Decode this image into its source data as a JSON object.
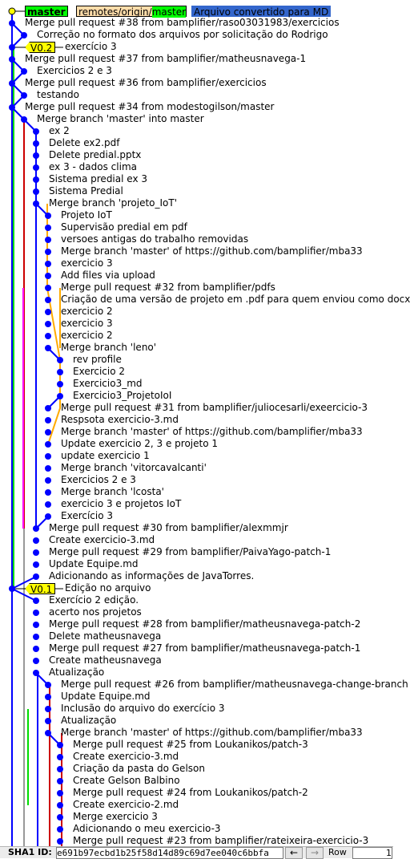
{
  "refs": {
    "head": "master",
    "remote_prefix": "remotes/origin/",
    "remote_name": "master",
    "head_commit_label": "Arquivo convertido para MD"
  },
  "colors": {
    "head_bg": "#00ff00",
    "remote_bg": "#ffddaa",
    "highlight_bg": "#3366cc",
    "tag_bg": "#ffff00",
    "lane_green": "#00dd00",
    "lane_blue": "#0000ff",
    "lane_red": "#cc0000",
    "lane_magenta": "#ff00ff",
    "lane_gray": "#999999",
    "lane_orange": "#ffaa00",
    "node": "#0000ff"
  },
  "commits": [
    {
      "lane": 0,
      "text": "master"
    },
    {
      "lane": 0,
      "text": "Merge pull request #38 from bamplifier/raso03031983/exercicios"
    },
    {
      "lane": 1,
      "text": "Correção no formato dos arquivos por solicitação do Rodrigo"
    },
    {
      "lane": 0,
      "text": "exercício 3",
      "tag": "V0.2"
    },
    {
      "lane": 0,
      "text": "Merge pull request #37 from bamplifier/matheusnavega-1"
    },
    {
      "lane": 1,
      "text": "Exercicios 2 e 3"
    },
    {
      "lane": 0,
      "text": "Merge pull request #36 from bamplifier/exercicios"
    },
    {
      "lane": 1,
      "text": "testando"
    },
    {
      "lane": 0,
      "text": "Merge pull request #34 from modestogilson/master"
    },
    {
      "lane": 1,
      "text": "Merge branch 'master' into master"
    },
    {
      "lane": 2,
      "text": "ex 2"
    },
    {
      "lane": 2,
      "text": "Delete ex2.pdf"
    },
    {
      "lane": 2,
      "text": "Delete predial.pptx"
    },
    {
      "lane": 2,
      "text": "ex 3 - dados clima"
    },
    {
      "lane": 2,
      "text": "Sistema predial ex 3"
    },
    {
      "lane": 2,
      "text": "Sistema Predial"
    },
    {
      "lane": 2,
      "text": "Merge branch 'projeto_IoT'"
    },
    {
      "lane": 3,
      "text": "Projeto IoT"
    },
    {
      "lane": 3,
      "text": "Supervisão predial em pdf"
    },
    {
      "lane": 3,
      "text": "versoes antigas do trabalho removidas"
    },
    {
      "lane": 3,
      "text": "Merge branch 'master' of https://github.com/bamplifier/mba33"
    },
    {
      "lane": 3,
      "text": "exercicio 3"
    },
    {
      "lane": 3,
      "text": "Add files via upload"
    },
    {
      "lane": 3,
      "text": "Merge pull request #32 from bamplifier/pdfs"
    },
    {
      "lane": 3,
      "text": "Criação de uma versão de projeto em .pdf para quem enviou como docx"
    },
    {
      "lane": 3,
      "text": "exercicio 2"
    },
    {
      "lane": 3,
      "text": "exercicio 3"
    },
    {
      "lane": 3,
      "text": "exercicio 2"
    },
    {
      "lane": 3,
      "text": "Merge branch 'leno'"
    },
    {
      "lane": 4,
      "text": "rev profile"
    },
    {
      "lane": 4,
      "text": "Exercicio 2"
    },
    {
      "lane": 4,
      "text": "Exercicio3_md"
    },
    {
      "lane": 4,
      "text": "Exercicio3_ProjetoIoI"
    },
    {
      "lane": 3,
      "text": "Merge pull request #31 from bamplifier/juliocesarli/exeercicio-3"
    },
    {
      "lane": 3,
      "text": "Respsota exercicio-3.md"
    },
    {
      "lane": 3,
      "text": "Merge branch 'master' of https://github.com/bamplifier/mba33"
    },
    {
      "lane": 3,
      "text": "Update exercicio 2, 3 e projeto 1"
    },
    {
      "lane": 3,
      "text": "update exercicio 1"
    },
    {
      "lane": 3,
      "text": "Merge branch 'vitorcavalcanti'"
    },
    {
      "lane": 3,
      "text": "Exercicios 2 e 3"
    },
    {
      "lane": 3,
      "text": "Merge branch 'lcosta'"
    },
    {
      "lane": 3,
      "text": "exercicio 3 e projetos IoT"
    },
    {
      "lane": 3,
      "text": "Exercício 3"
    },
    {
      "lane": 2,
      "text": "Merge pull request #30 from bamplifier/alexmmjr"
    },
    {
      "lane": 2,
      "text": "Create exercicio-3.md"
    },
    {
      "lane": 2,
      "text": "Merge pull request #29 from bamplifier/PaivaYago-patch-1"
    },
    {
      "lane": 2,
      "text": "Update Equipe.md"
    },
    {
      "lane": 2,
      "text": "Adicionando as informações de JavaTorres."
    },
    {
      "lane": 0,
      "text": "Edição no arquivo",
      "tag": "V0.1"
    },
    {
      "lane": 2,
      "text": "Exercício 2 edição."
    },
    {
      "lane": 2,
      "text": "acerto nos projetos"
    },
    {
      "lane": 2,
      "text": "Merge pull request #28 from bamplifier/matheusnavega-patch-2"
    },
    {
      "lane": 2,
      "text": "Delete matheusnavega"
    },
    {
      "lane": 2,
      "text": "Merge pull request #27 from bamplifier/matheusnavega-patch-1"
    },
    {
      "lane": 2,
      "text": "Create matheusnavega"
    },
    {
      "lane": 2,
      "text": "Atualização"
    },
    {
      "lane": 3,
      "text": "Merge pull request #26 from bamplifier/matheusnavega-change-branch"
    },
    {
      "lane": 3,
      "text": "Update Equipe.md"
    },
    {
      "lane": 3,
      "text": "Inclusão do arquivo do exercício 3"
    },
    {
      "lane": 3,
      "text": "Atualização"
    },
    {
      "lane": 3,
      "text": "Merge branch 'master' of https://github.com/bamplifier/mba33"
    },
    {
      "lane": 4,
      "text": "Merge pull request #25 from Loukanikos/patch-3"
    },
    {
      "lane": 4,
      "text": "Create exercicio-3.md"
    },
    {
      "lane": 4,
      "text": "Criação da pasta do Gelson"
    },
    {
      "lane": 4,
      "text": "Create Gelson Balbino"
    },
    {
      "lane": 4,
      "text": "Merge pull request #24 from Loukanikos/patch-2"
    },
    {
      "lane": 4,
      "text": "Create exercicio-2.md"
    },
    {
      "lane": 4,
      "text": "Merge exercicio 3"
    },
    {
      "lane": 4,
      "text": "Adicionando o meu exercicio-3"
    },
    {
      "lane": 4,
      "text": "Merge pull request #23 from bamplifier/rateixeira-exercicio-3"
    }
  ],
  "statusbar": {
    "sha_label": "SHA1 ID:",
    "sha_value": "e691b97ecbd1b25f58d14d89c69d7ee040c6bbfa",
    "row_label": "Row",
    "row_value": "1"
  }
}
